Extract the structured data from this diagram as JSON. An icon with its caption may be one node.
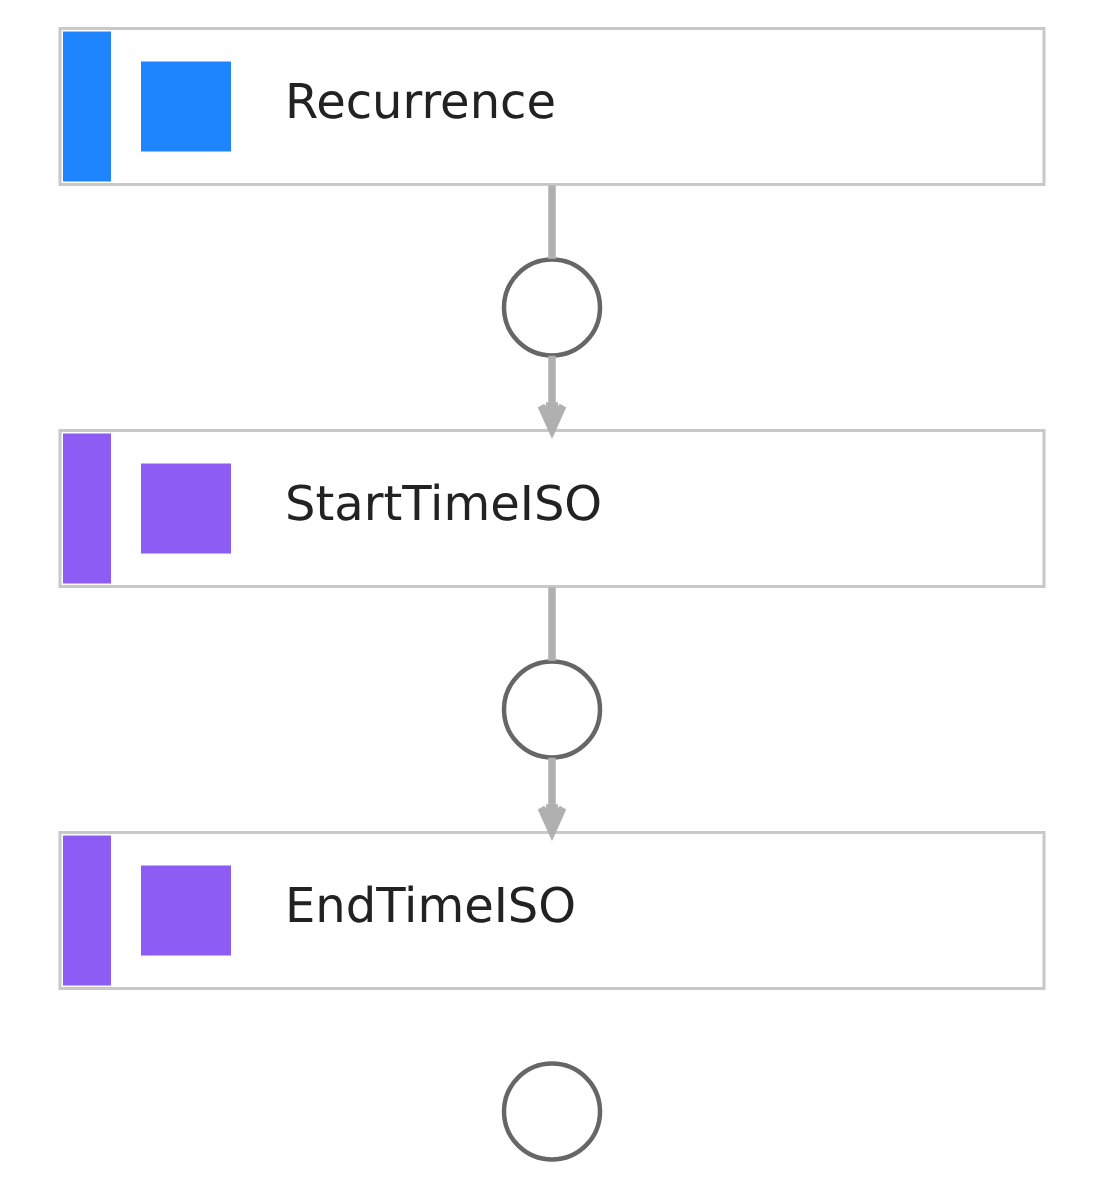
{
  "diagram": {
    "nodes": [
      {
        "text": [
          "Recurrence"
        ]
      },
      {
        "text": [],
        "shape": "circle"
      },
      {
        "text": [
          "StartTimeISO"
        ]
      },
      {
        "text": [],
        "shape": "circle"
      },
      {
        "text": [
          "EndTimeISO"
        ]
      },
      {
        "text": [],
        "shape": "circle"
      }
    ],
    "edges": [
      {
        "from": 0,
        "to": 1,
        "arrow": "none"
      },
      {
        "from": 1,
        "to": 2,
        "arrow": "to"
      },
      {
        "from": 2,
        "to": 3,
        "arrow": "none"
      },
      {
        "from": 3,
        "to": 4,
        "arrow": "to"
      }
    ]
  }
}
